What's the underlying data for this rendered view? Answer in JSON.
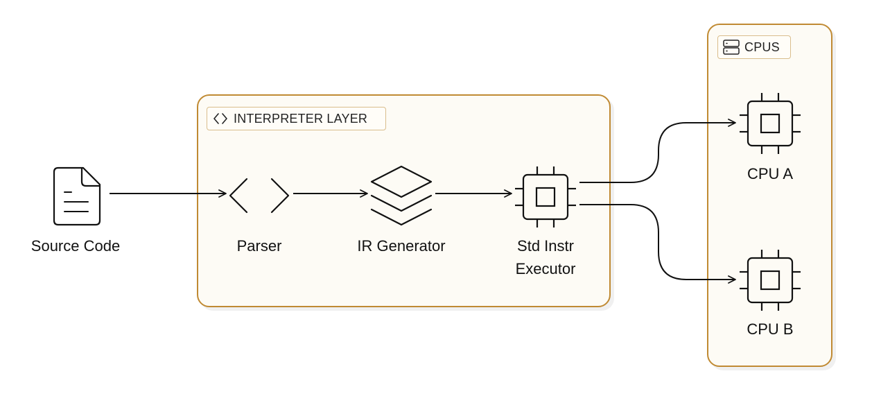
{
  "groups": {
    "interpreter": {
      "label": "INTERPRETER LAYER",
      "icon": "code-brackets-icon"
    },
    "cpus": {
      "label": "CPUS",
      "icon": "server-icon"
    }
  },
  "nodes": {
    "source": {
      "label": "Source Code",
      "icon": "document-icon"
    },
    "parser": {
      "label": "Parser",
      "icon": "code-brackets-icon"
    },
    "ir": {
      "label": "IR Generator",
      "icon": "layers-icon"
    },
    "executor": {
      "label_line1": "Std Instr",
      "label_line2": "Executor",
      "icon": "cpu-chip-icon"
    },
    "cpu_a": {
      "label": "CPU A",
      "icon": "cpu-chip-icon"
    },
    "cpu_b": {
      "label": "CPU B",
      "icon": "cpu-chip-icon"
    }
  },
  "edges": [
    {
      "from": "Source Code",
      "to": "Parser"
    },
    {
      "from": "Parser",
      "to": "IR Generator"
    },
    {
      "from": "IR Generator",
      "to": "Std Instr Executor"
    },
    {
      "from": "Std Instr Executor",
      "to": "CPU A"
    },
    {
      "from": "Std Instr Executor",
      "to": "CPU B"
    }
  ],
  "colors": {
    "group_border": "#c08a33",
    "group_fill": "#fdfbf5",
    "stroke": "#111111"
  }
}
